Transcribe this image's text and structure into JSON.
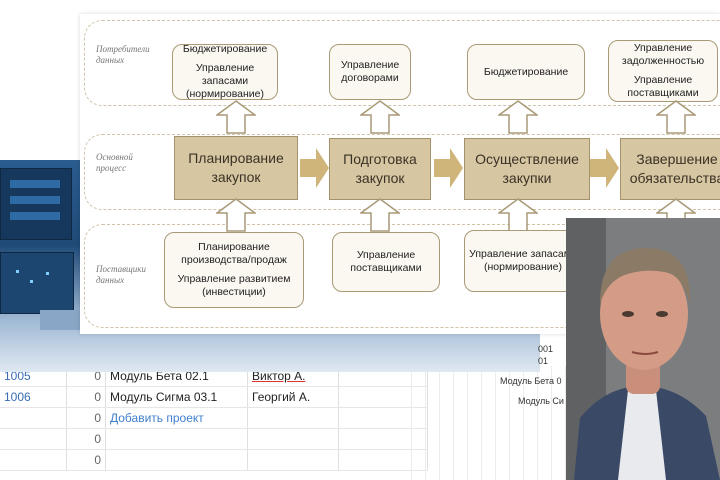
{
  "flowchart": {
    "band_labels": {
      "consumers": "Потребители данных",
      "main_process": "Основной процесс",
      "suppliers": "Поставщики данных"
    },
    "consumer_boxes": [
      [
        "Бюджетирование",
        "Управление запасами (нормирование)"
      ],
      [
        "Управление договорами"
      ],
      [
        "Бюджетирование"
      ],
      [
        "Управление задолженностью",
        "Управление поставщиками"
      ]
    ],
    "process_steps": [
      "Планирование закупок",
      "Подготовка закупок",
      "Осуществление закупки",
      "Завершение обязательства"
    ],
    "supplier_boxes": [
      [
        "Планирование производства/продаж",
        "Управление развитием (инвестиции)"
      ],
      [
        "Управление поставщиками"
      ],
      [
        "Управление запасами (нормирование)"
      ]
    ],
    "colors": {
      "process_fill": "#d6c7a2",
      "box_border": "#a89a76",
      "arrow_fill": "#ffffff"
    }
  },
  "sheet": {
    "rows": [
      {
        "id": "1005",
        "count": "0",
        "name": "Модуль Бета 02.1",
        "owner": "Виктор А."
      },
      {
        "id": "1006",
        "count": "0",
        "name": "Модуль Сигма 03.1",
        "owner": "Георгий А."
      },
      {
        "id": "",
        "count": "0",
        "name": "Добавить проект",
        "owner": ""
      },
      {
        "id": "",
        "count": "0",
        "name": "",
        "owner": ""
      },
      {
        "id": "",
        "count": "0",
        "name": "",
        "owner": ""
      }
    ],
    "gantt_labels": [
      "Модуль Бета 0",
      "Модуль Си"
    ],
    "gantt_ticks": [
      "001",
      "01"
    ]
  }
}
